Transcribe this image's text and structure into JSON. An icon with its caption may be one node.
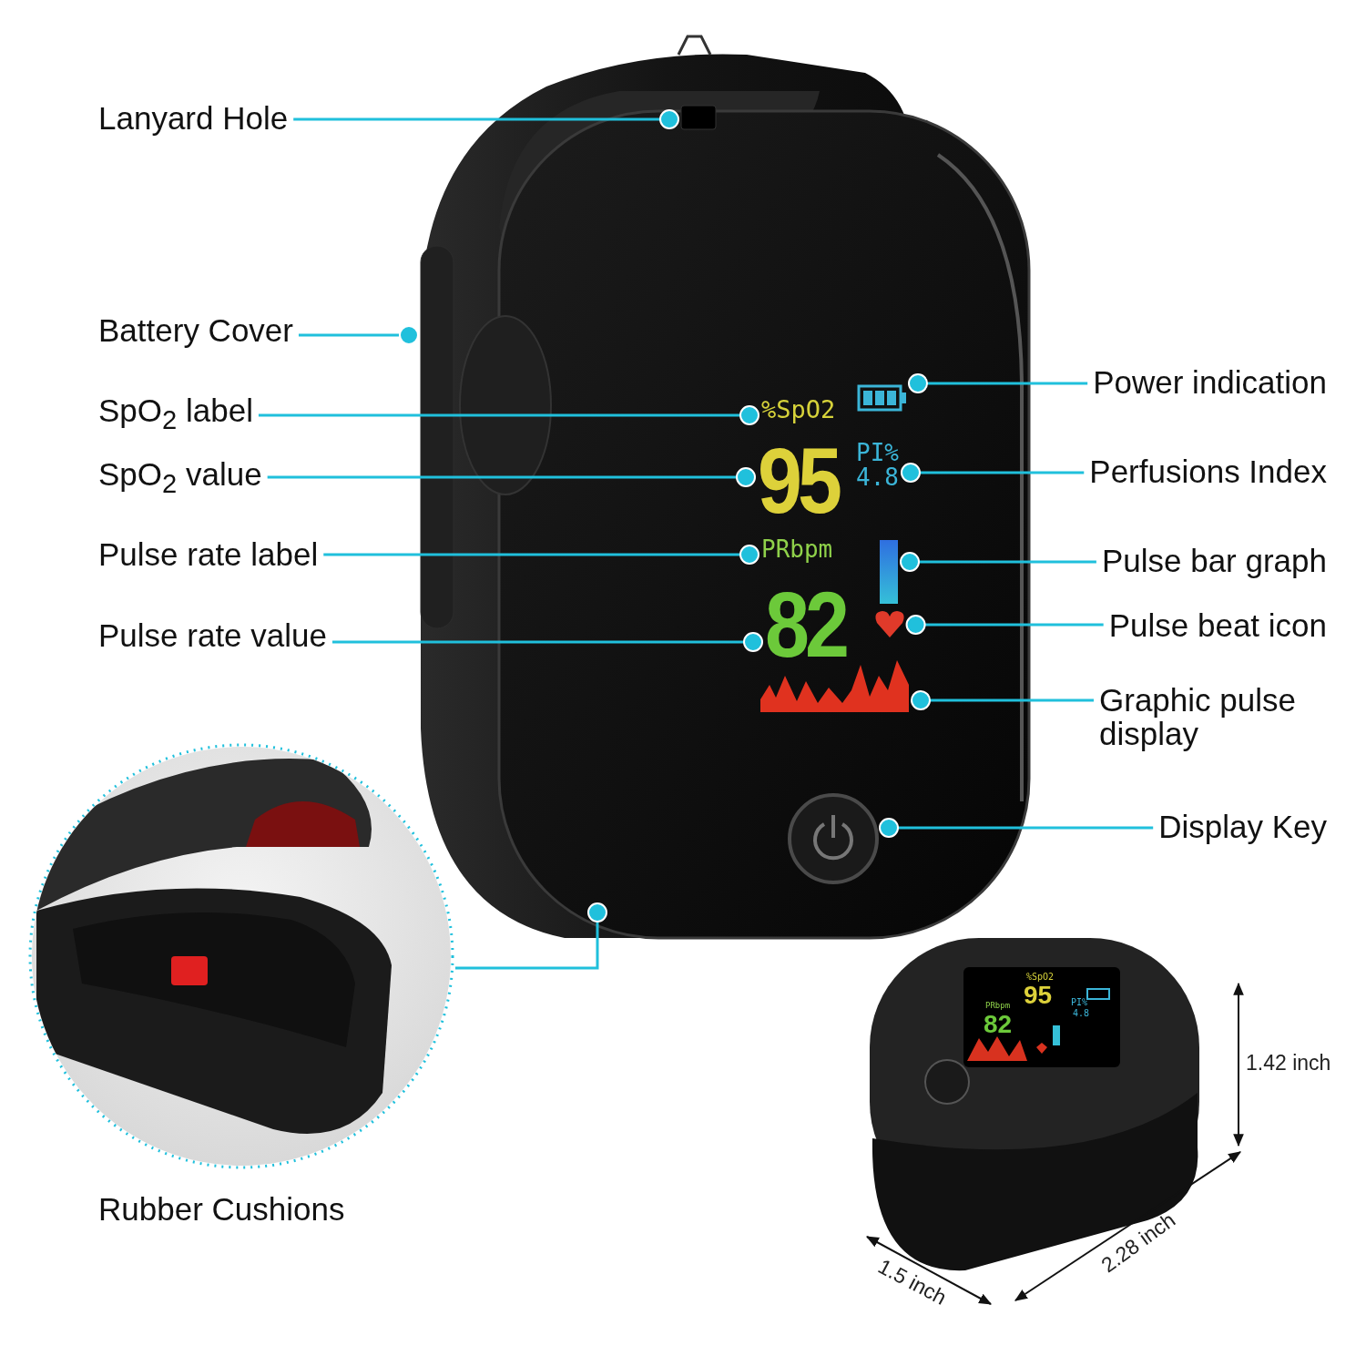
{
  "diagram": {
    "nodes": [
      {
        "text": [
          "Lanyard Hole"
        ]
      },
      {
        "text": [],
        "shape": "box"
      },
      {
        "text": [
          "Battery Cover"
        ]
      },
      {
        "text": [],
        "shape": "box"
      },
      {
        "text": [
          "SpO$_{2}$ label"
        ]
      },
      {
        "text": [
          "%SpO2"
        ]
      },
      {
        "text": [
          "SpO$_{2}$ value"
        ]
      },
      {
        "text": [
          "95"
        ]
      },
      {
        "text": [
          "Pulse rate label"
        ]
      },
      {
        "text": [
          "PRbpm"
        ]
      },
      {
        "text": [
          "Pulse rate value"
        ]
      },
      {
        "text": [
          "82"
        ]
      },
      {
        "text": [
          "Power indication"
        ]
      },
      {
        "text": [],
        "shape": "picture"
      },
      {
        "text": [
          "Perfusions Index"
        ]
      },
      {
        "text": [
          "PI%",
          "4.8"
        ]
      },
      {
        "text": [
          "Pulse bar graph"
        ]
      },
      {
        "text": [],
        "shape": "bar"
      },
      {
        "text": [
          "Pulse beat icon"
        ]
      },
      {
        "text": [],
        "shape": "picture"
      },
      {
        "text": [
          "Graphic pulse display"
        ]
      },
      {
        "text": [],
        "shape": "picture"
      },
      {
        "text": [
          "Display Key"
        ]
      },
      {
        "text": [],
        "shape": "circle"
      },
      {
        "text": [],
        "shape": "picture",
        "beside": [
          "Rubber Cushions"
        ]
      }
    ],
    "edges": [
      {
        "from": 0,
        "to": 1,
        "arrow": "other"
      },
      {
        "from": 2,
        "to": 3,
        "arrow": "other"
      },
      {
        "from": 4,
        "to": 5,
        "arrow": "other"
      },
      {
        "from": 6,
        "to": 7,
        "arrow": "other"
      },
      {
        "from": 8,
        "to": 9,
        "arrow": "other"
      },
      {
        "from": 10,
        "to": 11,
        "arrow": "other"
      },
      {
        "from": 12,
        "to": 13,
        "arrow": "other"
      },
      {
        "from": 14,
        "to": 15,
        "arrow": "other"
      },
      {
        "from": 16,
        "to": 17,
        "arrow": "other"
      },
      {
        "from": 18,
        "to": 19,
        "arrow": "other"
      },
      {
        "from": 20,
        "to": 21,
        "arrow": "other"
      },
      {
        "from": 22,
        "to": 23,
        "arrow": "other"
      },
      {
        "from": 24,
        "to": null,
        "arrow": "other"
      }
    ],
    "labels": [
      "%SpO2",
      "95",
      "PI%",
      "4.8",
      "PRbpm",
      "82",
      "1.42 inch",
      "1.5 inch",
      "2.28 inch"
    ]
  }
}
